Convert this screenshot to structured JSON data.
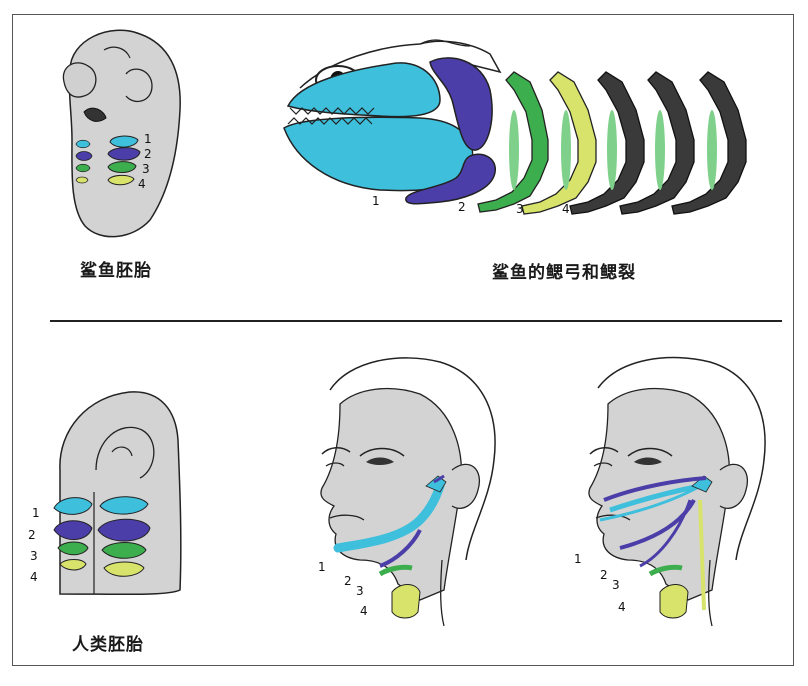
{
  "captions": {
    "shark_embryo": "鲨鱼胚胎",
    "shark_gills": "鲨鱼的鳃弓和鳃裂",
    "human_embryo": "人类胚胎"
  },
  "arch_numbers": [
    "1",
    "2",
    "3",
    "4"
  ],
  "colors": {
    "arch1": "#3ebfdc",
    "arch2": "#4b3ea8",
    "arch3": "#3dae4e",
    "arch4": "#d7e36a",
    "light_green": "#7fd08a",
    "dark_arch": "#3a3a3a",
    "skin": "#d3d3d3",
    "outline": "#222222"
  }
}
